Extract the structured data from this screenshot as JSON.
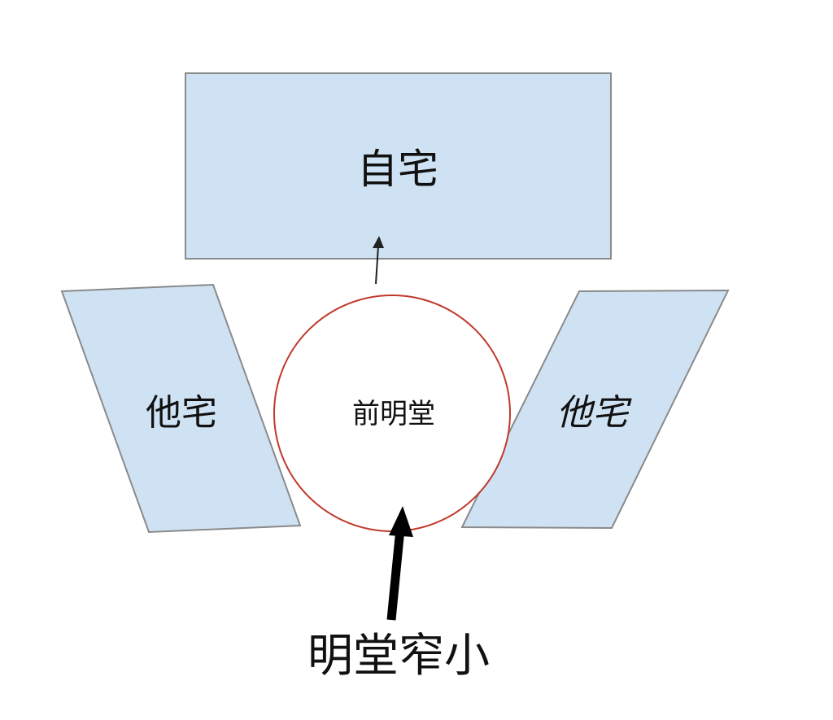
{
  "diagram": {
    "own_house": {
      "label": "自宅"
    },
    "left_house": {
      "label": "他宅"
    },
    "right_house": {
      "label": "他宅"
    },
    "front_hall": {
      "label": "前明堂"
    },
    "caption": "明堂窄小"
  },
  "colors": {
    "house_fill": "#cfe2f3",
    "house_stroke": "#8a8a8a",
    "circle_stroke": "#c0392b",
    "arrow": "#000000"
  }
}
